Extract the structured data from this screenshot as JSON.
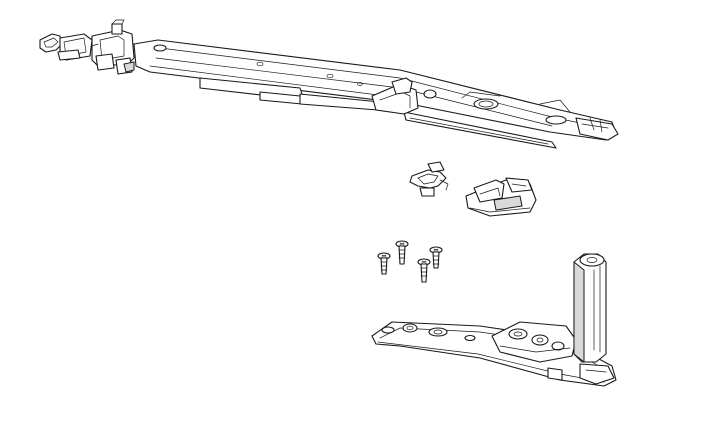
{
  "figure": {
    "background": "#ffffff",
    "line_color": "#1a1a1a",
    "parts": [
      {
        "name": "scissor-arm"
      },
      {
        "name": "small-clip"
      },
      {
        "name": "guide-block"
      },
      {
        "name": "screws",
        "count": 4
      },
      {
        "name": "corner-hinge"
      }
    ]
  }
}
